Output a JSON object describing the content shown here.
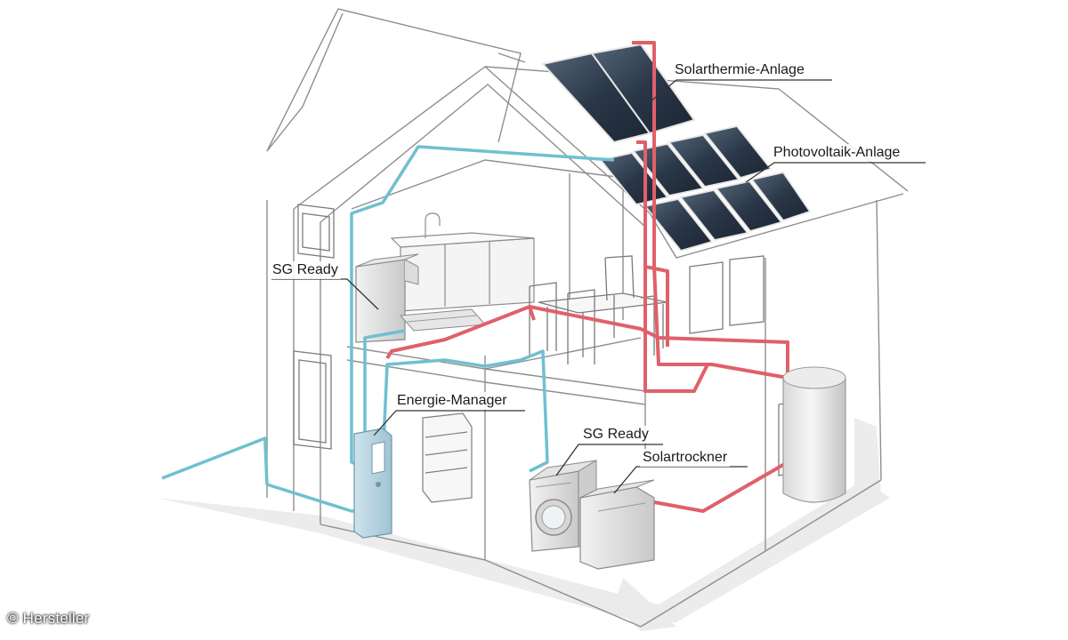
{
  "labels": {
    "solarthermie": "Solarthermie-Anlage",
    "photovoltaik": "Photovoltaik-Anlage",
    "sg_ready_kitchen": "SG Ready",
    "energie_manager": "Energie-Manager",
    "sg_ready_laundry": "SG Ready",
    "solartrockner": "Solartrockner"
  },
  "credit": "© Hersteller",
  "colors": {
    "pipe_red": "#e0606a",
    "pipe_blue": "#6fc0d0",
    "sketch_line": "#9a9a9a",
    "solar_panel": "#2a3a4c",
    "label_line": "#333333"
  }
}
